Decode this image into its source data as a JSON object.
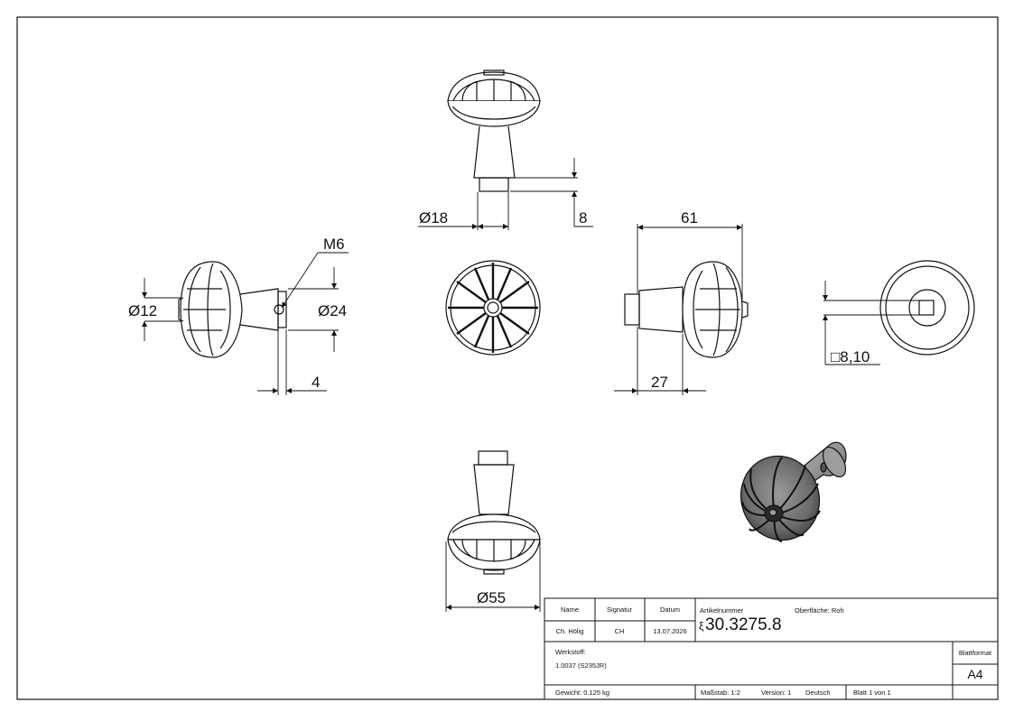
{
  "dimensions": {
    "d18": "Ø18",
    "len8": "8",
    "len61": "61",
    "thread": "M6",
    "d12": "Ø12",
    "d24": "Ø24",
    "len4": "4",
    "len27": "27",
    "sq810": "□8,10",
    "d55": "Ø55"
  },
  "title_block": {
    "name_hdr": "Name",
    "sig_hdr": "Signatur",
    "date_hdr": "Datum",
    "name_val": "Ch. Hölig",
    "sig_val": "CH",
    "date_val": "13.07.2026",
    "art_hdr": "Artikelnummer",
    "art_prefix": "ξ",
    "art_val": "30.3275.8",
    "surface": "Oberfläche:  Roh",
    "material_hdr": "Werkstoff:",
    "material_val": "1.0037 (S235JR)",
    "format_hdr": "Blattformat",
    "format_val": "A4",
    "weight": "Gewicht: 0.125 kg",
    "scale": "Maßstab: 1:2",
    "version": "Version: 1",
    "language": "Deutsch",
    "sheet": "Blatt 1 von 1"
  }
}
